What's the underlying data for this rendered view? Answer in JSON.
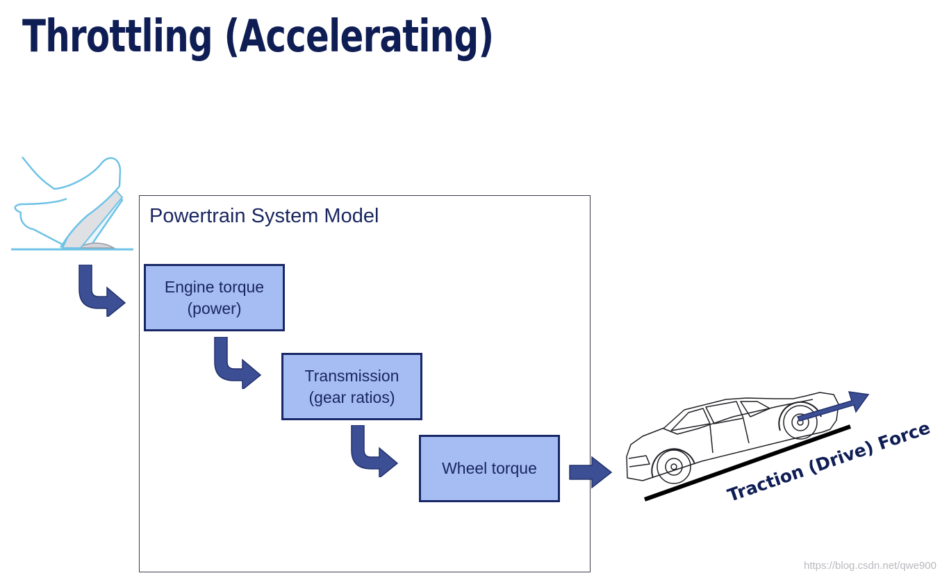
{
  "slide": {
    "title": "Throttling (Accelerating)",
    "model_label": "Powertrain System Model",
    "blocks": [
      {
        "line1": "Engine torque",
        "line2": "(power)"
      },
      {
        "line1": "Transmission",
        "line2": "(gear ratios)"
      },
      {
        "line1": "Wheel torque"
      }
    ],
    "traction_label": "Traction (Drive) Force"
  },
  "watermark": "https://blog.csdn.net/qwe900",
  "colors": {
    "title": "#0f1d55",
    "block_fill": "#a6bdf3",
    "block_border": "#182766",
    "arrow": "#3c4f95",
    "pedal_outline": "#6ec2e6"
  },
  "icons": [
    "foot-on-pedal-icon",
    "car-icon",
    "flow-arrow-icon"
  ]
}
